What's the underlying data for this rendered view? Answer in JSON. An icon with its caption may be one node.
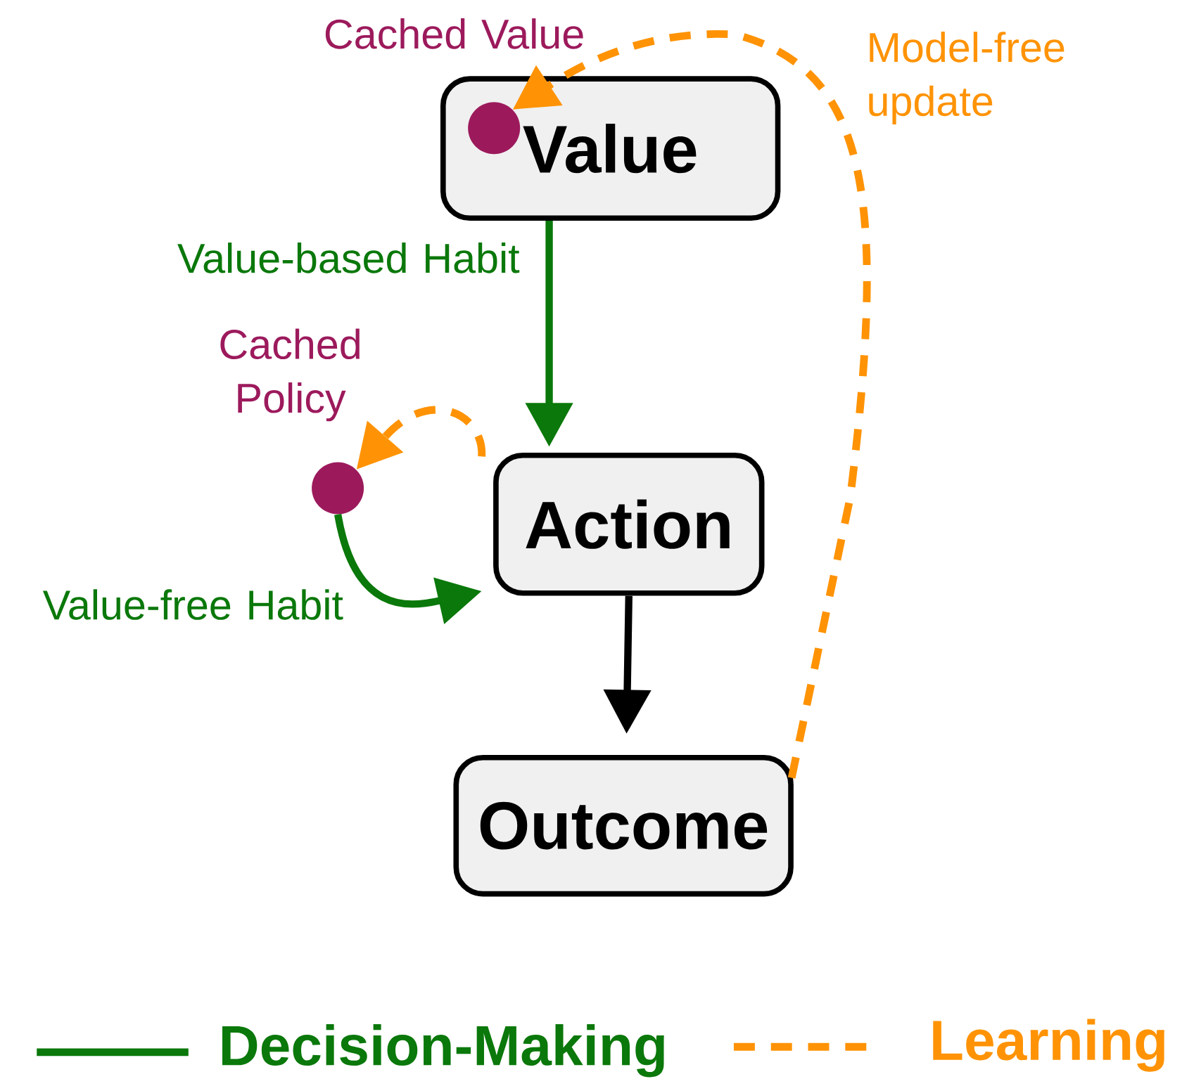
{
  "diagram": {
    "nodes": [
      {
        "text": [
          "Value"
        ]
      },
      {
        "text": [],
        "shape": "circle",
        "in": 0,
        "beside": [
          "Cached Value"
        ]
      },
      {
        "text": [
          "Action"
        ]
      },
      {
        "text": [],
        "shape": "circle",
        "beside": [
          "Cached Policy"
        ]
      },
      {
        "text": [
          "Outcome"
        ]
      }
    ],
    "edges": [
      {
        "from": 0,
        "to": 2,
        "arrow": "to",
        "label": "Value-based Habit",
        "color": "#0a780a"
      },
      {
        "from": 3,
        "to": 2,
        "arrow": "to",
        "label": "Value-free Habit",
        "color": "#0a780a"
      },
      {
        "from": 2,
        "to": 4,
        "arrow": "to",
        "color": "#000000"
      },
      {
        "from": 2,
        "to": 3,
        "arrow": "to",
        "style": "dashed",
        "color": "#ff9305"
      },
      {
        "from": 4,
        "to": 1,
        "arrow": "to",
        "style": "dashed",
        "color": "#ff9305",
        "label": "Model-free update"
      }
    ],
    "legend": [
      {
        "text": "Decision-Making"
      },
      {
        "text": "Learning"
      }
    ]
  }
}
